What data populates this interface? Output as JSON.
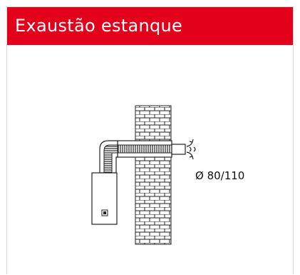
{
  "header": {
    "title": "Exaustão estanque",
    "background": "#e3001b",
    "text_color": "#ffffff"
  },
  "diagram": {
    "icon": "wall-boiler-coaxial-flue-diagram",
    "diameter_label": "Ø 80/110"
  }
}
